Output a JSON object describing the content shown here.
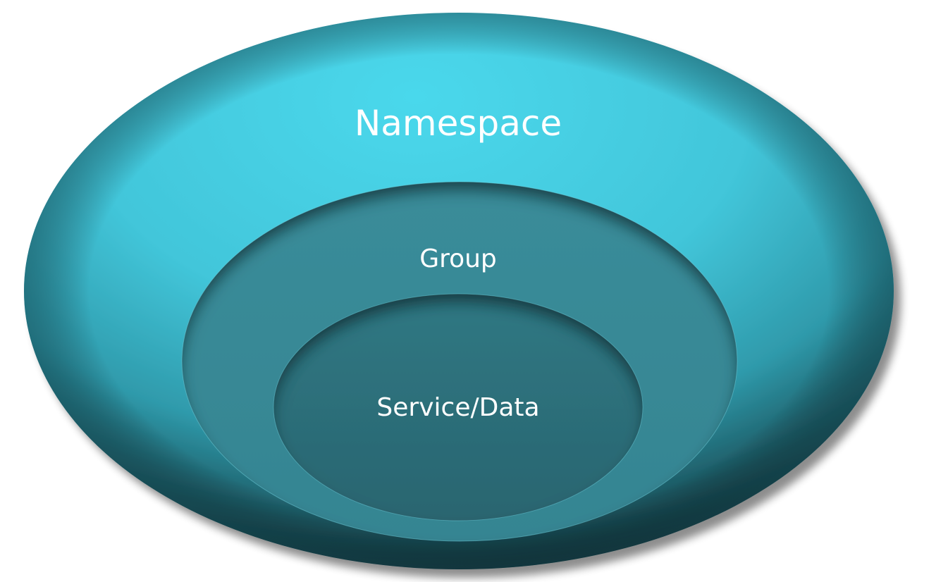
{
  "diagram": {
    "type": "nested-ellipses",
    "layers": [
      {
        "label": "Namespace",
        "color": "#45d0e4"
      },
      {
        "label": "Group",
        "color": "#3a8e9c"
      },
      {
        "label": "Service/Data",
        "color": "#2d6f7a"
      }
    ]
  }
}
